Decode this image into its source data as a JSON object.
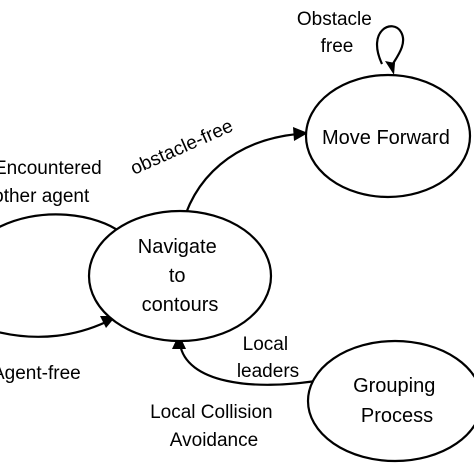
{
  "diagram": {
    "nodes": {
      "move_forward": {
        "label": "Move Forward"
      },
      "navigate": {
        "lines": [
          "Navigate",
          "to",
          "contours"
        ]
      },
      "grouping": {
        "lines": [
          "Grouping",
          "Process"
        ]
      }
    },
    "edges": {
      "self_loop": {
        "lines": [
          "Obstacle",
          "free"
        ]
      },
      "obstacle_free": {
        "label": "obstacle-free"
      },
      "encountered": {
        "lines": [
          "Encountered",
          "another agent"
        ]
      },
      "agent_free": {
        "label": "Agent-free"
      },
      "local_leaders": {
        "lines": [
          "Local",
          "leaders"
        ]
      },
      "collision": {
        "lines": [
          "Local Collision",
          "Avoidance"
        ]
      }
    }
  }
}
